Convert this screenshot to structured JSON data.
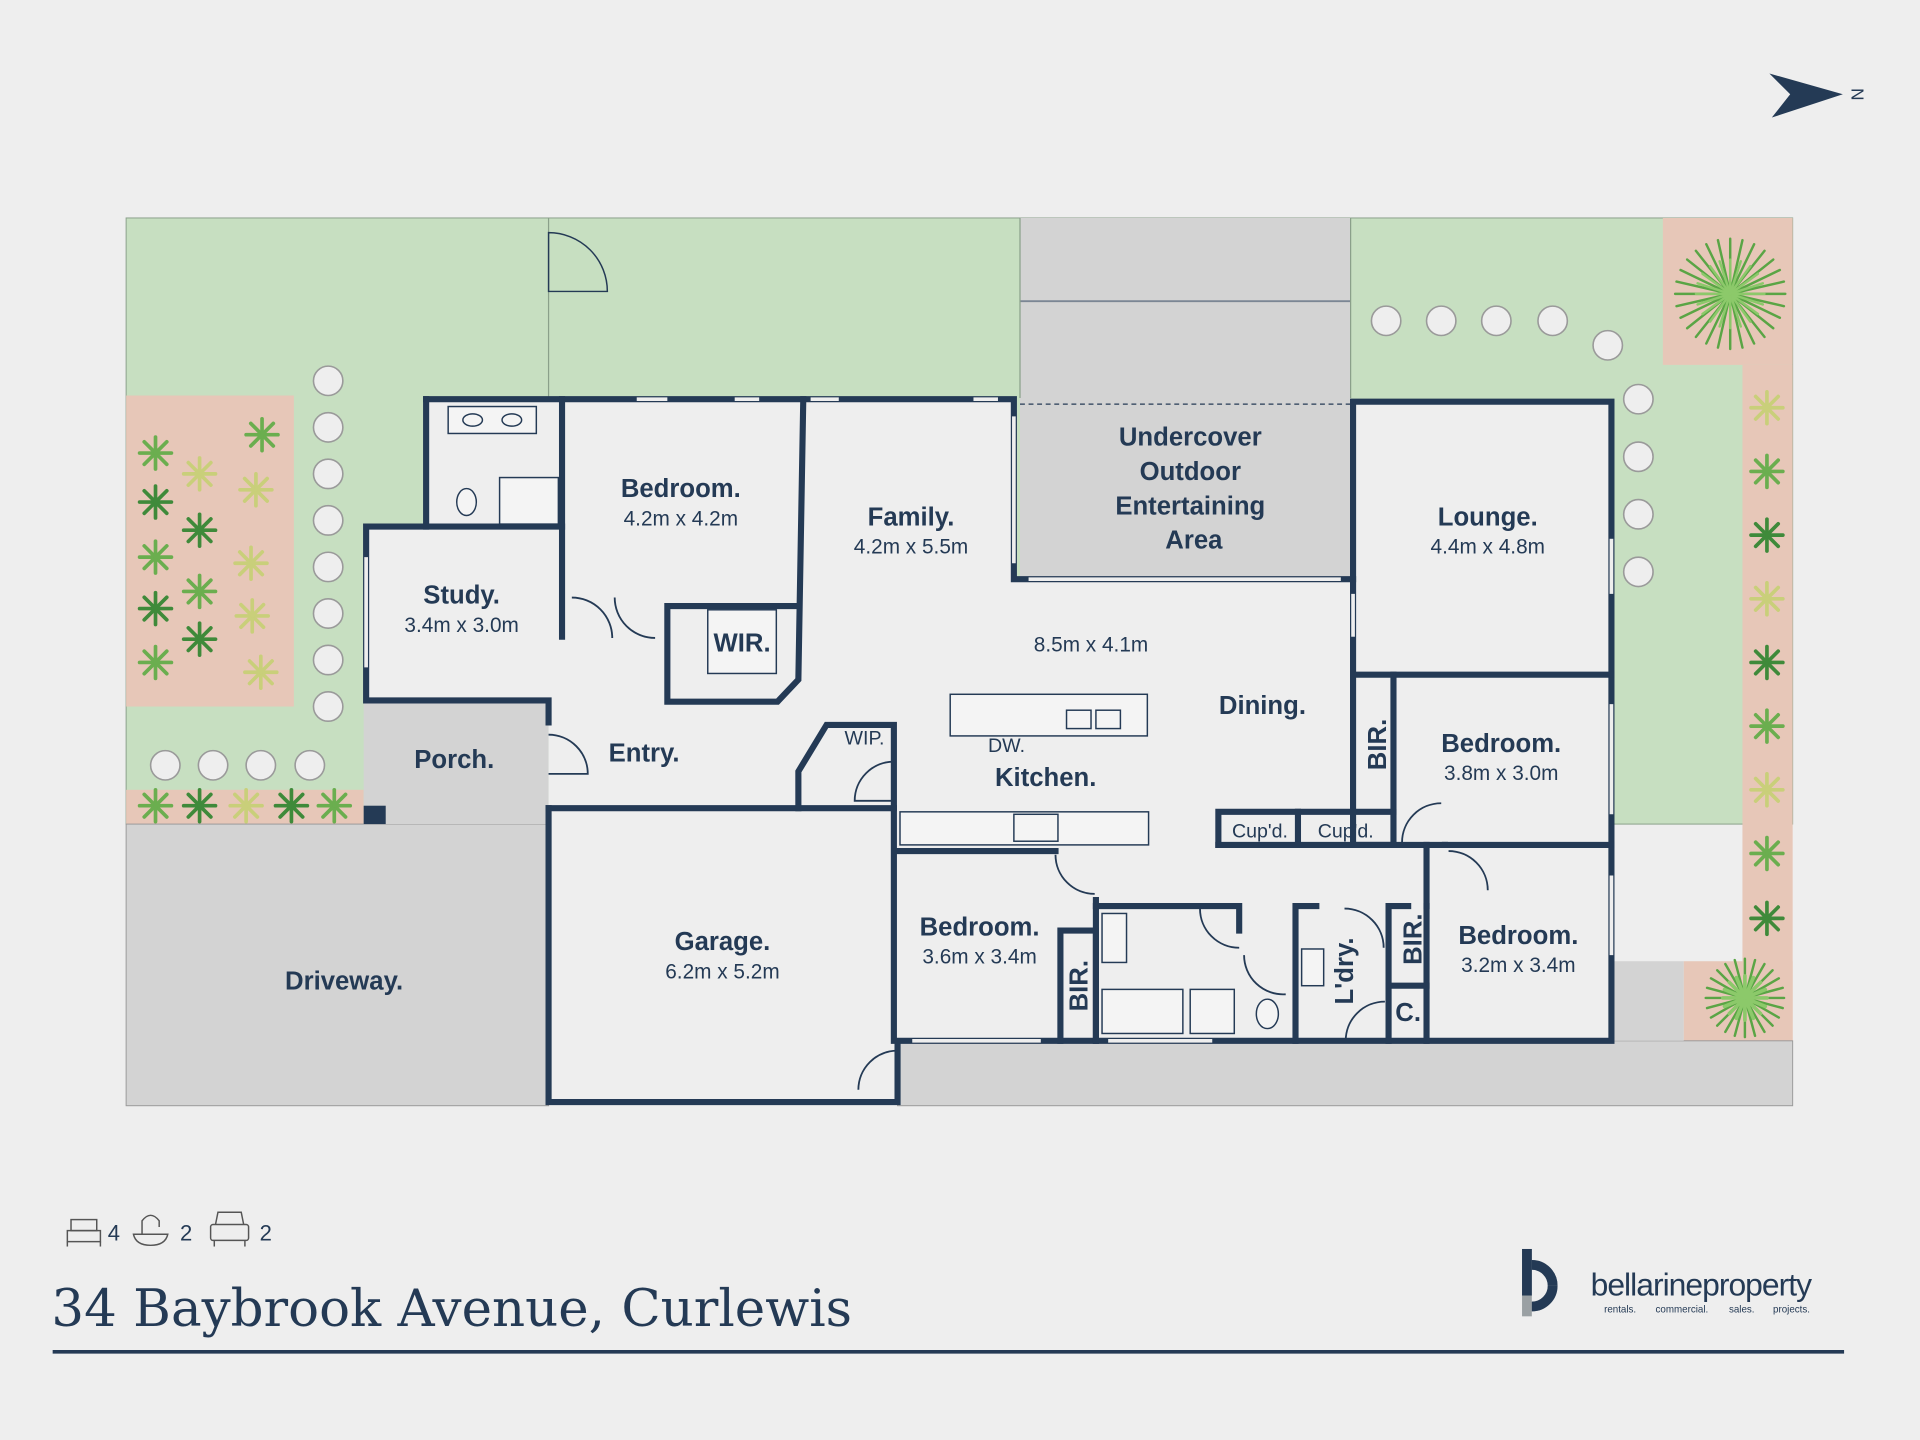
{
  "compass": {
    "label": "N"
  },
  "rooms": {
    "bedroom1": {
      "name": "Bedroom.",
      "dims": "4.2m x 4.2m"
    },
    "family": {
      "name": "Family.",
      "dims": "4.2m x 5.5m"
    },
    "outdoor": {
      "lines": [
        "Undercover",
        "Outdoor",
        "Entertaining",
        "Area"
      ]
    },
    "lounge": {
      "name": "Lounge.",
      "dims": "4.4m x 4.8m"
    },
    "study": {
      "name": "Study.",
      "dims": "3.4m x 3.0m"
    },
    "wir": {
      "name": "WIR."
    },
    "living": {
      "dims": "8.5m x 4.1m"
    },
    "dining": {
      "name": "Dining."
    },
    "bedroom2": {
      "name": "Bedroom.",
      "dims": "3.8m x 3.0m"
    },
    "bir1": {
      "name": "BIR."
    },
    "porch": {
      "name": "Porch."
    },
    "entry": {
      "name": "Entry."
    },
    "wip": {
      "name": "WIP."
    },
    "dw": {
      "name": "DW."
    },
    "kitchen": {
      "name": "Kitchen."
    },
    "cupd1": {
      "name": "Cup'd."
    },
    "cupd2": {
      "name": "Cup'd."
    },
    "garage": {
      "name": "Garage.",
      "dims": "6.2m x 5.2m"
    },
    "bedroom3": {
      "name": "Bedroom.",
      "dims": "3.6m x 3.4m"
    },
    "bir2": {
      "name": "BIR."
    },
    "laundry": {
      "name": "L'dry."
    },
    "bir3": {
      "name": "BIR."
    },
    "linen": {
      "name": "C."
    },
    "bedroom4": {
      "name": "Bedroom.",
      "dims": "3.2m x 3.4m"
    },
    "driveway": {
      "name": "Driveway."
    }
  },
  "features": {
    "bedrooms": "4",
    "bathrooms": "2",
    "car_spaces": "2"
  },
  "address": "34 Baybrook Avenue, Curlewis",
  "brand": {
    "name": "bellarineproperty",
    "tagline": [
      "rentals.",
      "commercial.",
      "sales.",
      "projects."
    ],
    "logo_letters": "bp"
  },
  "colors": {
    "wall": "#243a55",
    "grass": "#c7dfc1",
    "garden": "#e7c7b8",
    "paving": "#d3d3d3"
  }
}
